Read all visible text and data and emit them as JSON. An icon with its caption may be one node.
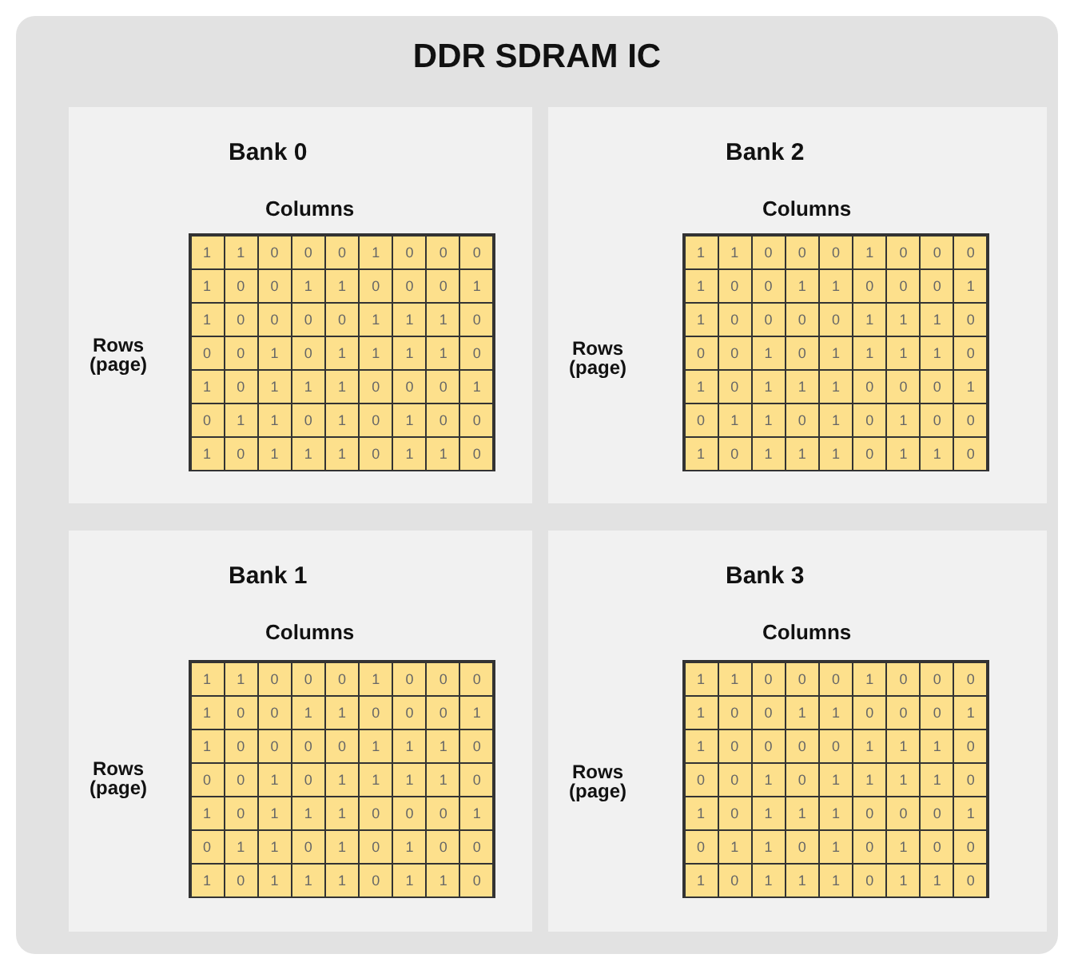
{
  "diagram": {
    "nodes": [
      {
        "text": [
          "DDR SDRAM IC"
        ]
      },
      {
        "text": [
          "Bank 0",
          "Columns",
          "Rows (page)"
        ],
        "in": 0
      },
      {
        "text": [
          "1",
          "1",
          "0",
          "0",
          "0",
          "1",
          "0",
          "0",
          "0",
          "1",
          "0",
          "0",
          "1",
          "1",
          "0",
          "0",
          "0",
          "1",
          "1",
          "0",
          "0",
          "0",
          "0",
          "1",
          "1",
          "1",
          "0",
          "0",
          "0",
          "1",
          "0",
          "1",
          "1",
          "1",
          "1",
          "0",
          "1",
          "0",
          "1",
          "1",
          "1",
          "0",
          "0",
          "0",
          "1",
          "0",
          "1",
          "1",
          "0",
          "1",
          "0",
          "1",
          "0",
          "0",
          "1",
          "0",
          "1",
          "1",
          "1",
          "0",
          "1",
          "1",
          "0"
        ],
        "in": 1
      },
      {
        "text": [
          "Bank 2",
          "Columns",
          "Rows (page)"
        ],
        "in": 0
      },
      {
        "text": [
          "1",
          "1",
          "0",
          "0",
          "0",
          "1",
          "0",
          "0",
          "0",
          "1",
          "0",
          "0",
          "1",
          "1",
          "0",
          "0",
          "0",
          "1",
          "1",
          "0",
          "0",
          "0",
          "0",
          "1",
          "1",
          "1",
          "0",
          "0",
          "0",
          "1",
          "0",
          "1",
          "1",
          "1",
          "1",
          "0",
          "1",
          "0",
          "1",
          "1",
          "1",
          "0",
          "0",
          "0",
          "1",
          "0",
          "1",
          "1",
          "0",
          "1",
          "0",
          "1",
          "0",
          "0",
          "1",
          "0",
          "1",
          "1",
          "1",
          "0",
          "1",
          "1",
          "0"
        ],
        "in": 3
      },
      {
        "text": [
          "Bank 1",
          "Columns",
          "Rows (page)"
        ],
        "in": 0
      },
      {
        "text": [
          "1",
          "1",
          "0",
          "0",
          "0",
          "1",
          "0",
          "0",
          "0",
          "1",
          "0",
          "0",
          "1",
          "1",
          "0",
          "0",
          "0",
          "1",
          "1",
          "0",
          "0",
          "0",
          "0",
          "1",
          "1",
          "1",
          "0",
          "0",
          "0",
          "1",
          "0",
          "1",
          "1",
          "1",
          "1",
          "0",
          "1",
          "0",
          "1",
          "1",
          "1",
          "0",
          "0",
          "0",
          "1",
          "0",
          "1",
          "1",
          "0",
          "1",
          "0",
          "1",
          "0",
          "0",
          "1",
          "0",
          "1",
          "1",
          "1",
          "0",
          "1",
          "1",
          "0"
        ],
        "in": 5
      },
      {
        "text": [
          "Bank 3",
          "Columns",
          "Rows (page)"
        ],
        "in": 0
      },
      {
        "text": [
          "1",
          "1",
          "0",
          "0",
          "0",
          "1",
          "0",
          "0",
          "0",
          "1",
          "0",
          "0",
          "1",
          "1",
          "0",
          "0",
          "0",
          "1",
          "1",
          "0",
          "0",
          "0",
          "0",
          "1",
          "1",
          "1",
          "0",
          "0",
          "0",
          "1",
          "0",
          "1",
          "1",
          "1",
          "1",
          "0",
          "1",
          "0",
          "1",
          "1",
          "1",
          "0",
          "0",
          "0",
          "1",
          "0",
          "1",
          "1",
          "0",
          "1",
          "0",
          "1",
          "0",
          "0",
          "1",
          "0",
          "1",
          "1",
          "1",
          "0",
          "1",
          "1",
          "0"
        ],
        "in": 7
      }
    ]
  }
}
